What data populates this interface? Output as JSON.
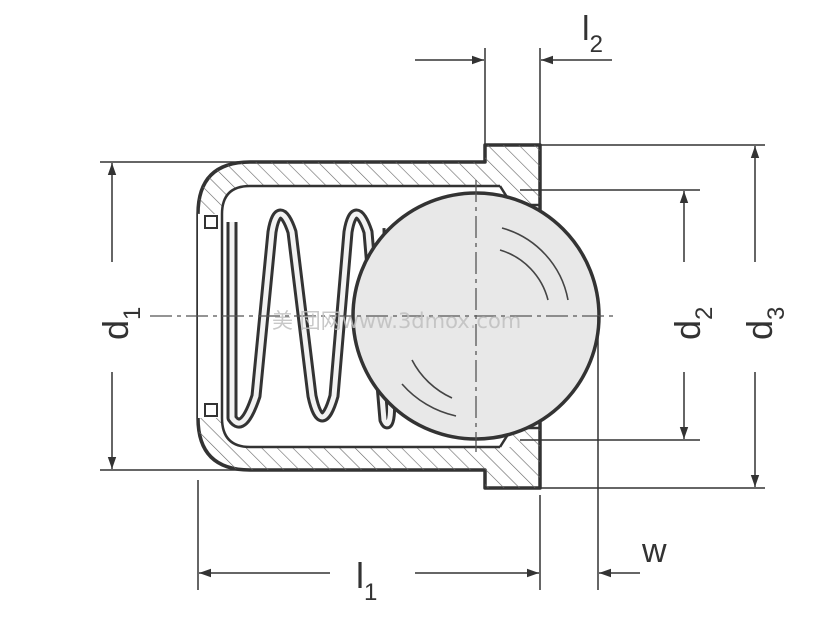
{
  "labels": {
    "l1": {
      "main": "l",
      "sub": "1"
    },
    "l2": {
      "main": "l",
      "sub": "2"
    },
    "d1": {
      "main": "d",
      "sub": "1"
    },
    "d2": {
      "main": "d",
      "sub": "2"
    },
    "d3": {
      "main": "d",
      "sub": "3"
    },
    "w": "w"
  },
  "watermark": "美 団网www.3dmox.com",
  "colors": {
    "line": "#333333",
    "ball_fill": "#e6e6e6",
    "body_fill": "#ffffff",
    "hatch": "#555555"
  }
}
